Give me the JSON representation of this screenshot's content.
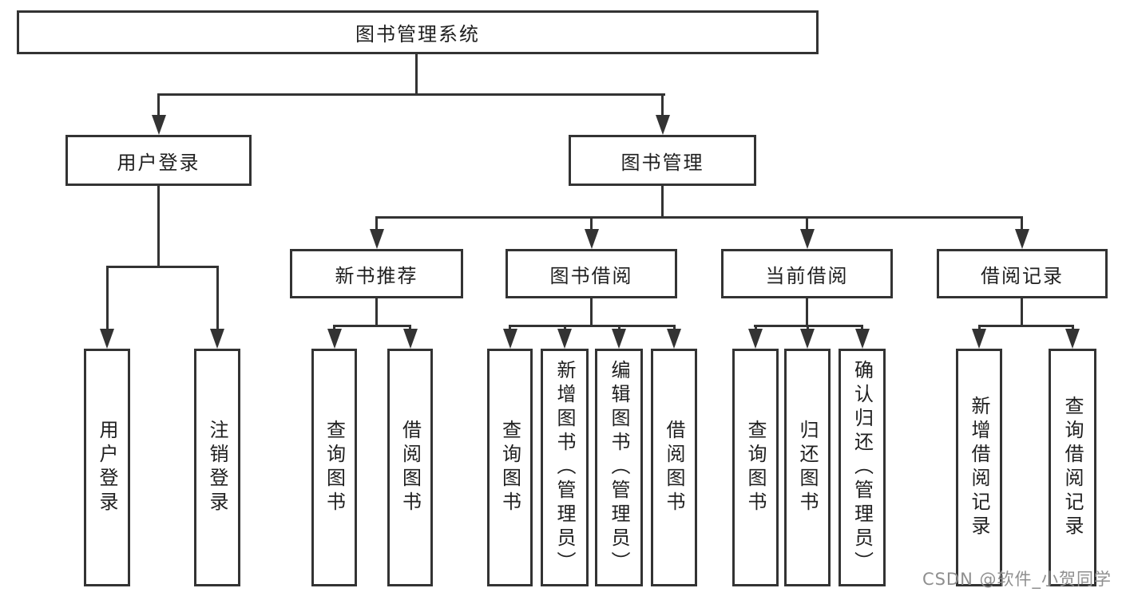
{
  "tree": {
    "root": {
      "label": "图书管理系统"
    },
    "branches": [
      {
        "label": "用户登录",
        "children": [
          {
            "label": "用户登录"
          },
          {
            "label": "注销登录"
          }
        ]
      },
      {
        "label": "图书管理",
        "children": [
          {
            "label": "新书推荐",
            "children": [
              {
                "label": "查询图书"
              },
              {
                "label": "借阅图书"
              }
            ]
          },
          {
            "label": "图书借阅",
            "children": [
              {
                "label": "查询图书"
              },
              {
                "label": "新增图书（管理员）"
              },
              {
                "label": "编辑图书（管理员）"
              },
              {
                "label": "借阅图书"
              }
            ]
          },
          {
            "label": "当前借阅",
            "children": [
              {
                "label": "查询图书"
              },
              {
                "label": "归还图书"
              },
              {
                "label": "确认归还（管理员）"
              }
            ]
          },
          {
            "label": "借阅记录",
            "children": [
              {
                "label": "新增借阅记录"
              },
              {
                "label": "查询借阅记录"
              }
            ]
          }
        ]
      }
    ]
  },
  "watermark": "CSDN @软件_小贺同学",
  "colors": {
    "line": "#333333",
    "text": "#1f1f1f",
    "background": "#ffffff",
    "watermark": "#8f8f8f"
  }
}
